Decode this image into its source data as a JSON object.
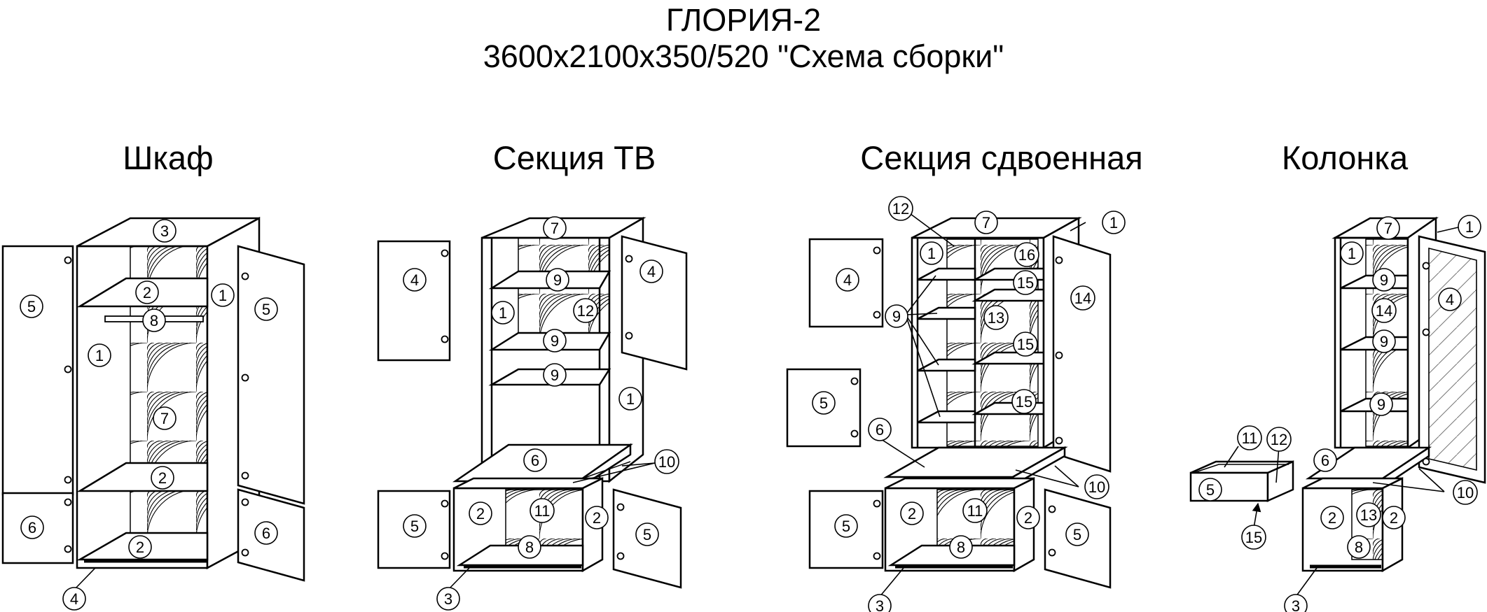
{
  "title": {
    "line1": "ГЛОРИЯ-2",
    "line2": "3600х2100х350/520 \"Схема сборки\""
  },
  "sections": {
    "wardrobe": {
      "title": "Шкаф",
      "callouts": {
        "c3": "3",
        "c2a": "2",
        "c1": "1",
        "c8": "8",
        "c1b": "1",
        "c7": "7",
        "c2b": "2",
        "c2c": "2",
        "c4": "4",
        "c5l": "5",
        "c5r": "5",
        "c6l": "6",
        "c6r": "6"
      }
    },
    "tv": {
      "title": "Секция ТВ",
      "callouts": {
        "c7": "7",
        "c9a": "9",
        "c1": "1",
        "c12": "12",
        "c9b": "9",
        "c9c": "9",
        "c4l": "4",
        "c4r": "4",
        "c1r": "1",
        "c6": "6",
        "c10": "10",
        "c2l": "2",
        "c11": "11",
        "c2r": "2",
        "c8": "8",
        "c5l": "5",
        "c5r": "5",
        "c3": "3"
      }
    },
    "double": {
      "title": "Секция сдвоенная",
      "callouts": {
        "c12": "12",
        "c7": "7",
        "c1t": "1",
        "c1": "1",
        "c16": "16",
        "c15a": "15",
        "c9": "9",
        "c13": "13",
        "c15b": "15",
        "c15c": "15",
        "c14": "14",
        "c4": "4",
        "c5m": "5",
        "c6": "6",
        "c10": "10",
        "c2l": "2",
        "c11": "11",
        "c2r": "2",
        "c8": "8",
        "c5l": "5",
        "c5r": "5",
        "c3": "3"
      }
    },
    "column": {
      "title": "Колонка",
      "callouts": {
        "c7": "7",
        "c1t": "1",
        "c1": "1",
        "c9a": "9",
        "c14": "14",
        "c9b": "9",
        "c9c": "9",
        "c4": "4",
        "c6": "6",
        "c10": "10",
        "c2l": "2",
        "c13": "13",
        "c2r": "2",
        "c8": "8",
        "c3": "3"
      }
    },
    "drawer": {
      "callouts": {
        "c11": "11",
        "c12": "12",
        "c5": "5",
        "c15": "15"
      }
    }
  }
}
